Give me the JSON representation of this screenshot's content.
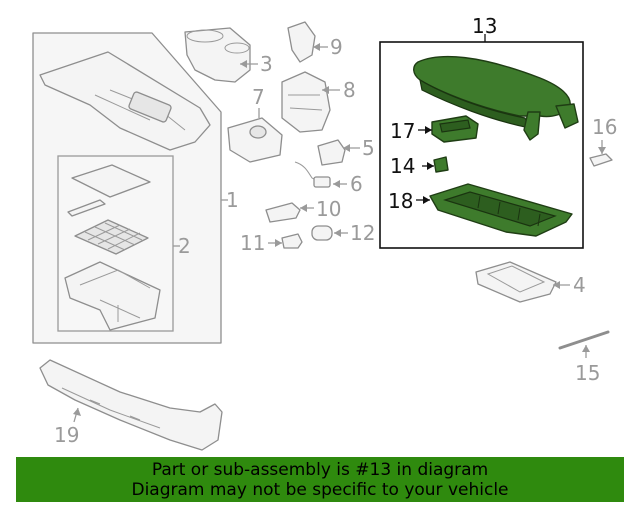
{
  "callouts": {
    "c1": "1",
    "c2": "2",
    "c3": "3",
    "c4": "4",
    "c5": "5",
    "c6": "6",
    "c7": "7",
    "c8": "8",
    "c9": "9",
    "c10": "10",
    "c11": "11",
    "c12": "12",
    "c13": "13",
    "c14": "14",
    "c15": "15",
    "c16": "16",
    "c17": "17",
    "c18": "18",
    "c19": "19"
  },
  "colors": {
    "highlight_green": "#3e7b2c",
    "banner_green": "#2f8a0e",
    "line_gray": "#9a9a9a"
  },
  "footer": {
    "line1": "Part or sub-assembly is #13 in diagram",
    "line2": "Diagram may not be specific to your vehicle"
  }
}
